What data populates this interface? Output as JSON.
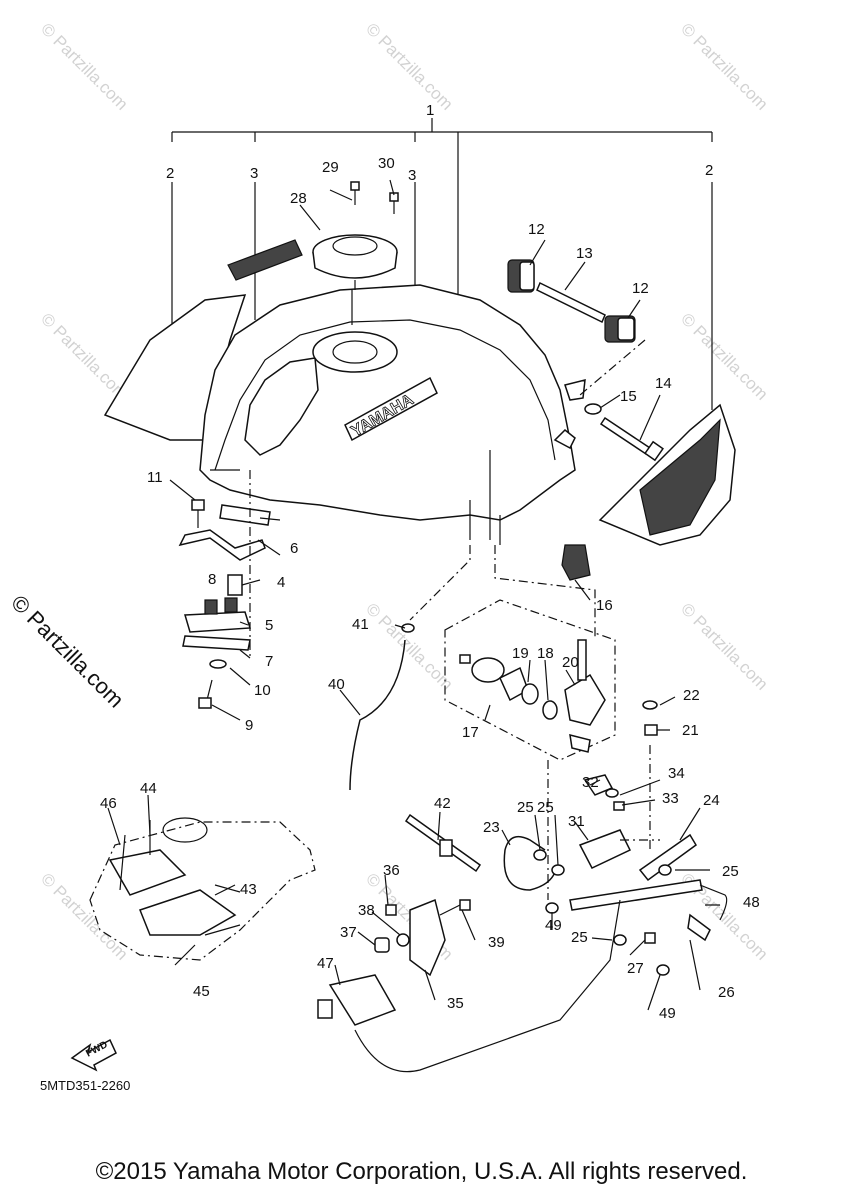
{
  "diagram": {
    "ref_code": "5MTD351-2260",
    "copyright": "©2015 Yamaha Motor Corporation, U.S.A. All rights reserved.",
    "side_watermark": "© Partzilla.com",
    "watermark_text": "© Partzilla.com",
    "tank_brand_text": "YAMAHA",
    "fwd_arrow_label": "FWD",
    "part_numbers": [
      "1",
      "2",
      "2",
      "3",
      "3",
      "4",
      "5",
      "6",
      "7",
      "8",
      "9",
      "10",
      "11",
      "12",
      "12",
      "13",
      "14",
      "15",
      "16",
      "17",
      "18",
      "19",
      "20",
      "21",
      "22",
      "23",
      "24",
      "25",
      "25",
      "25",
      "25",
      "26",
      "27",
      "28",
      "29",
      "30",
      "31",
      "32",
      "33",
      "34",
      "35",
      "36",
      "37",
      "38",
      "39",
      "40",
      "41",
      "42",
      "43",
      "44",
      "45",
      "46",
      "47",
      "48",
      "49",
      "49"
    ]
  }
}
